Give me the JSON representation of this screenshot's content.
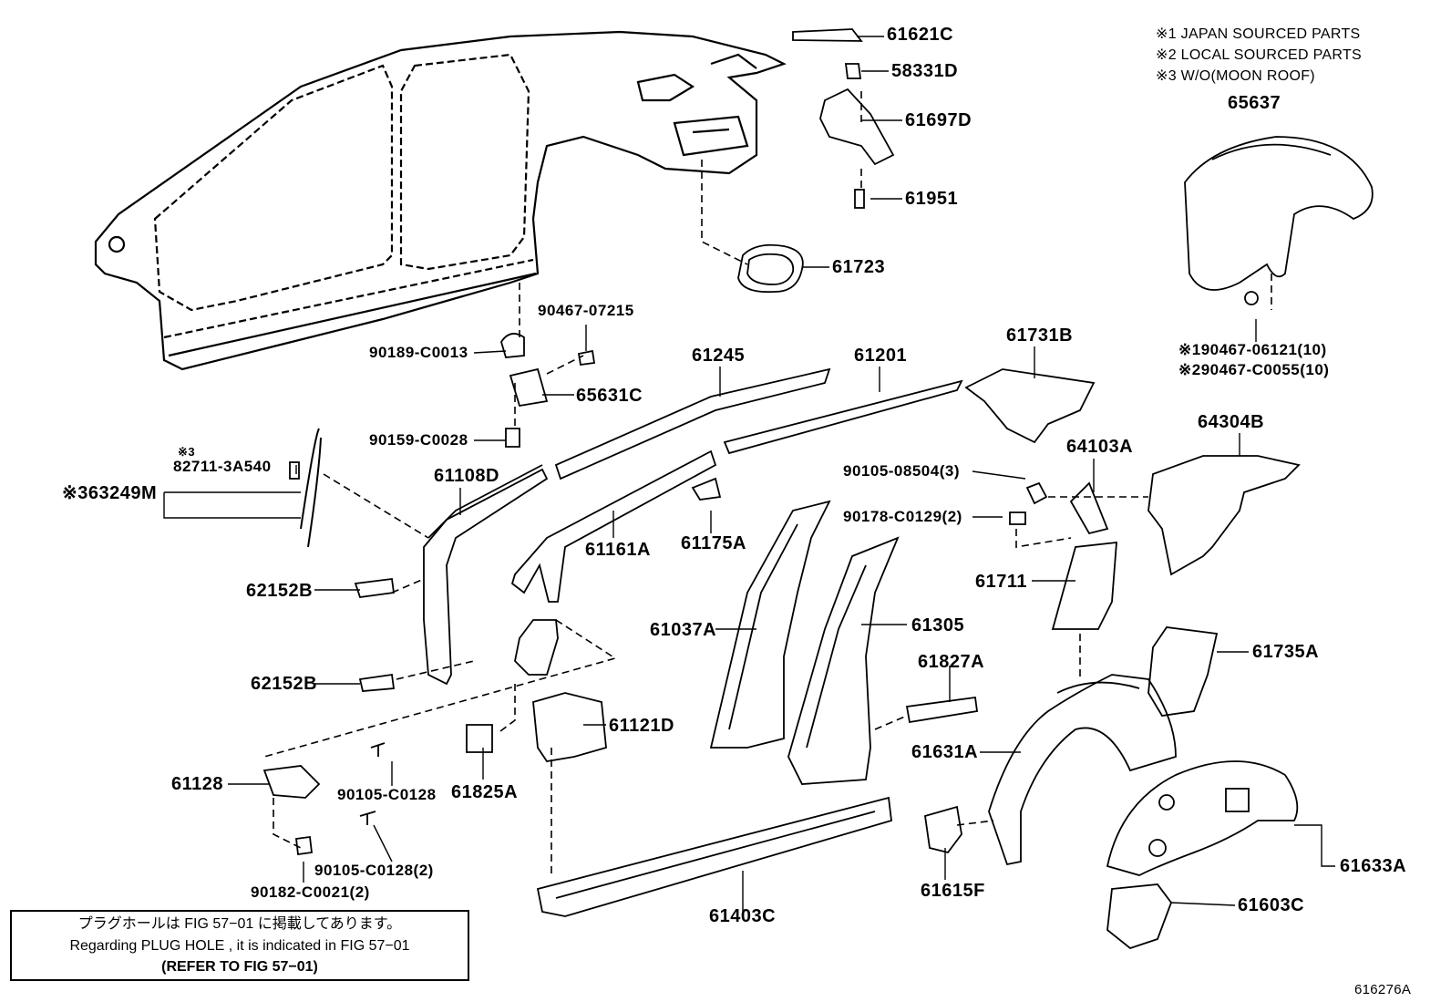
{
  "diagram_id": "616276A",
  "legend": {
    "note1": "※1 JAPAN SOURCED PARTS",
    "note2": "※2 LOCAL SOURCED PARTS",
    "note3": "※3 W/O(MOON ROOF)"
  },
  "parts": {
    "p61621C": "61621C",
    "p58331D": "58331D",
    "p61697D": "61697D",
    "p61951": "61951",
    "p61723": "61723",
    "p65637": "65637",
    "p90467_06121": "※190467-06121(10)",
    "p90467_C0055": "※290467-C0055(10)",
    "p90467_07215": "90467-07215",
    "p90189_C0013": "90189-C0013",
    "p65631C": "65631C",
    "p90159_C0028": "90159-C0028",
    "p61245": "61245",
    "p61201": "61201",
    "p61731B": "61731B",
    "p64304B": "64304B",
    "p64103A": "64103A",
    "p90105_08504": "90105-08504(3)",
    "p90178_C0129": "90178-C0129(2)",
    "mark3": "※3",
    "p82711": "82711-3A540",
    "p63249M": "※363249M",
    "p61108D": "61108D",
    "p62152B_1": "62152B",
    "p62152B_2": "62152B",
    "p61161A": "61161A",
    "p61175A": "61175A",
    "p61711": "61711",
    "p61037A": "61037A",
    "p61305": "61305",
    "p61735A": "61735A",
    "p61827A": "61827A",
    "p61121D": "61121D",
    "p61631A": "61631A",
    "p61128": "61128",
    "p90105_C0128": "90105-C0128",
    "p61825A": "61825A",
    "p90105_C0128_2": "90105-C0128(2)",
    "p90182_C0021": "90182-C0021(2)",
    "p61615F": "61615F",
    "p61633A": "61633A",
    "p61603C": "61603C",
    "p61403C": "61403C"
  },
  "note_box": {
    "line1": "プラグホールは FIG 57−01 に掲載してあります。",
    "line2": "Regarding  PLUG  HOLE , it is indicated in  FIG  57−01",
    "line3": "(REFER  TO  FIG  57−01)"
  }
}
